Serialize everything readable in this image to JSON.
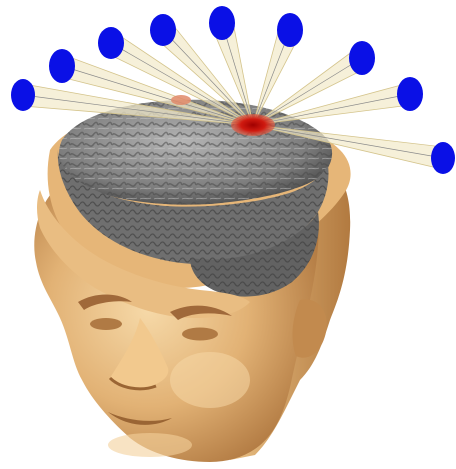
{
  "scene": {
    "background": "#ffffff",
    "colors": {
      "skin_light": "#f1cf9b",
      "skin_mid": "#d8a567",
      "skin_dark": "#a86f38",
      "brain_light": "#b9b9b9",
      "brain_mid": "#8a8a8a",
      "brain_dark": "#454545",
      "beam_fill": "#f2eacb",
      "beam_stroke": "#d4c48c",
      "source_dot": "#0a10e6",
      "focus_spot": "#c01a10",
      "secondary_spot": "#e08a6a"
    },
    "icons": {
      "sources": "circle",
      "focus": "ellipse",
      "head": "3d-volume-render"
    }
  }
}
